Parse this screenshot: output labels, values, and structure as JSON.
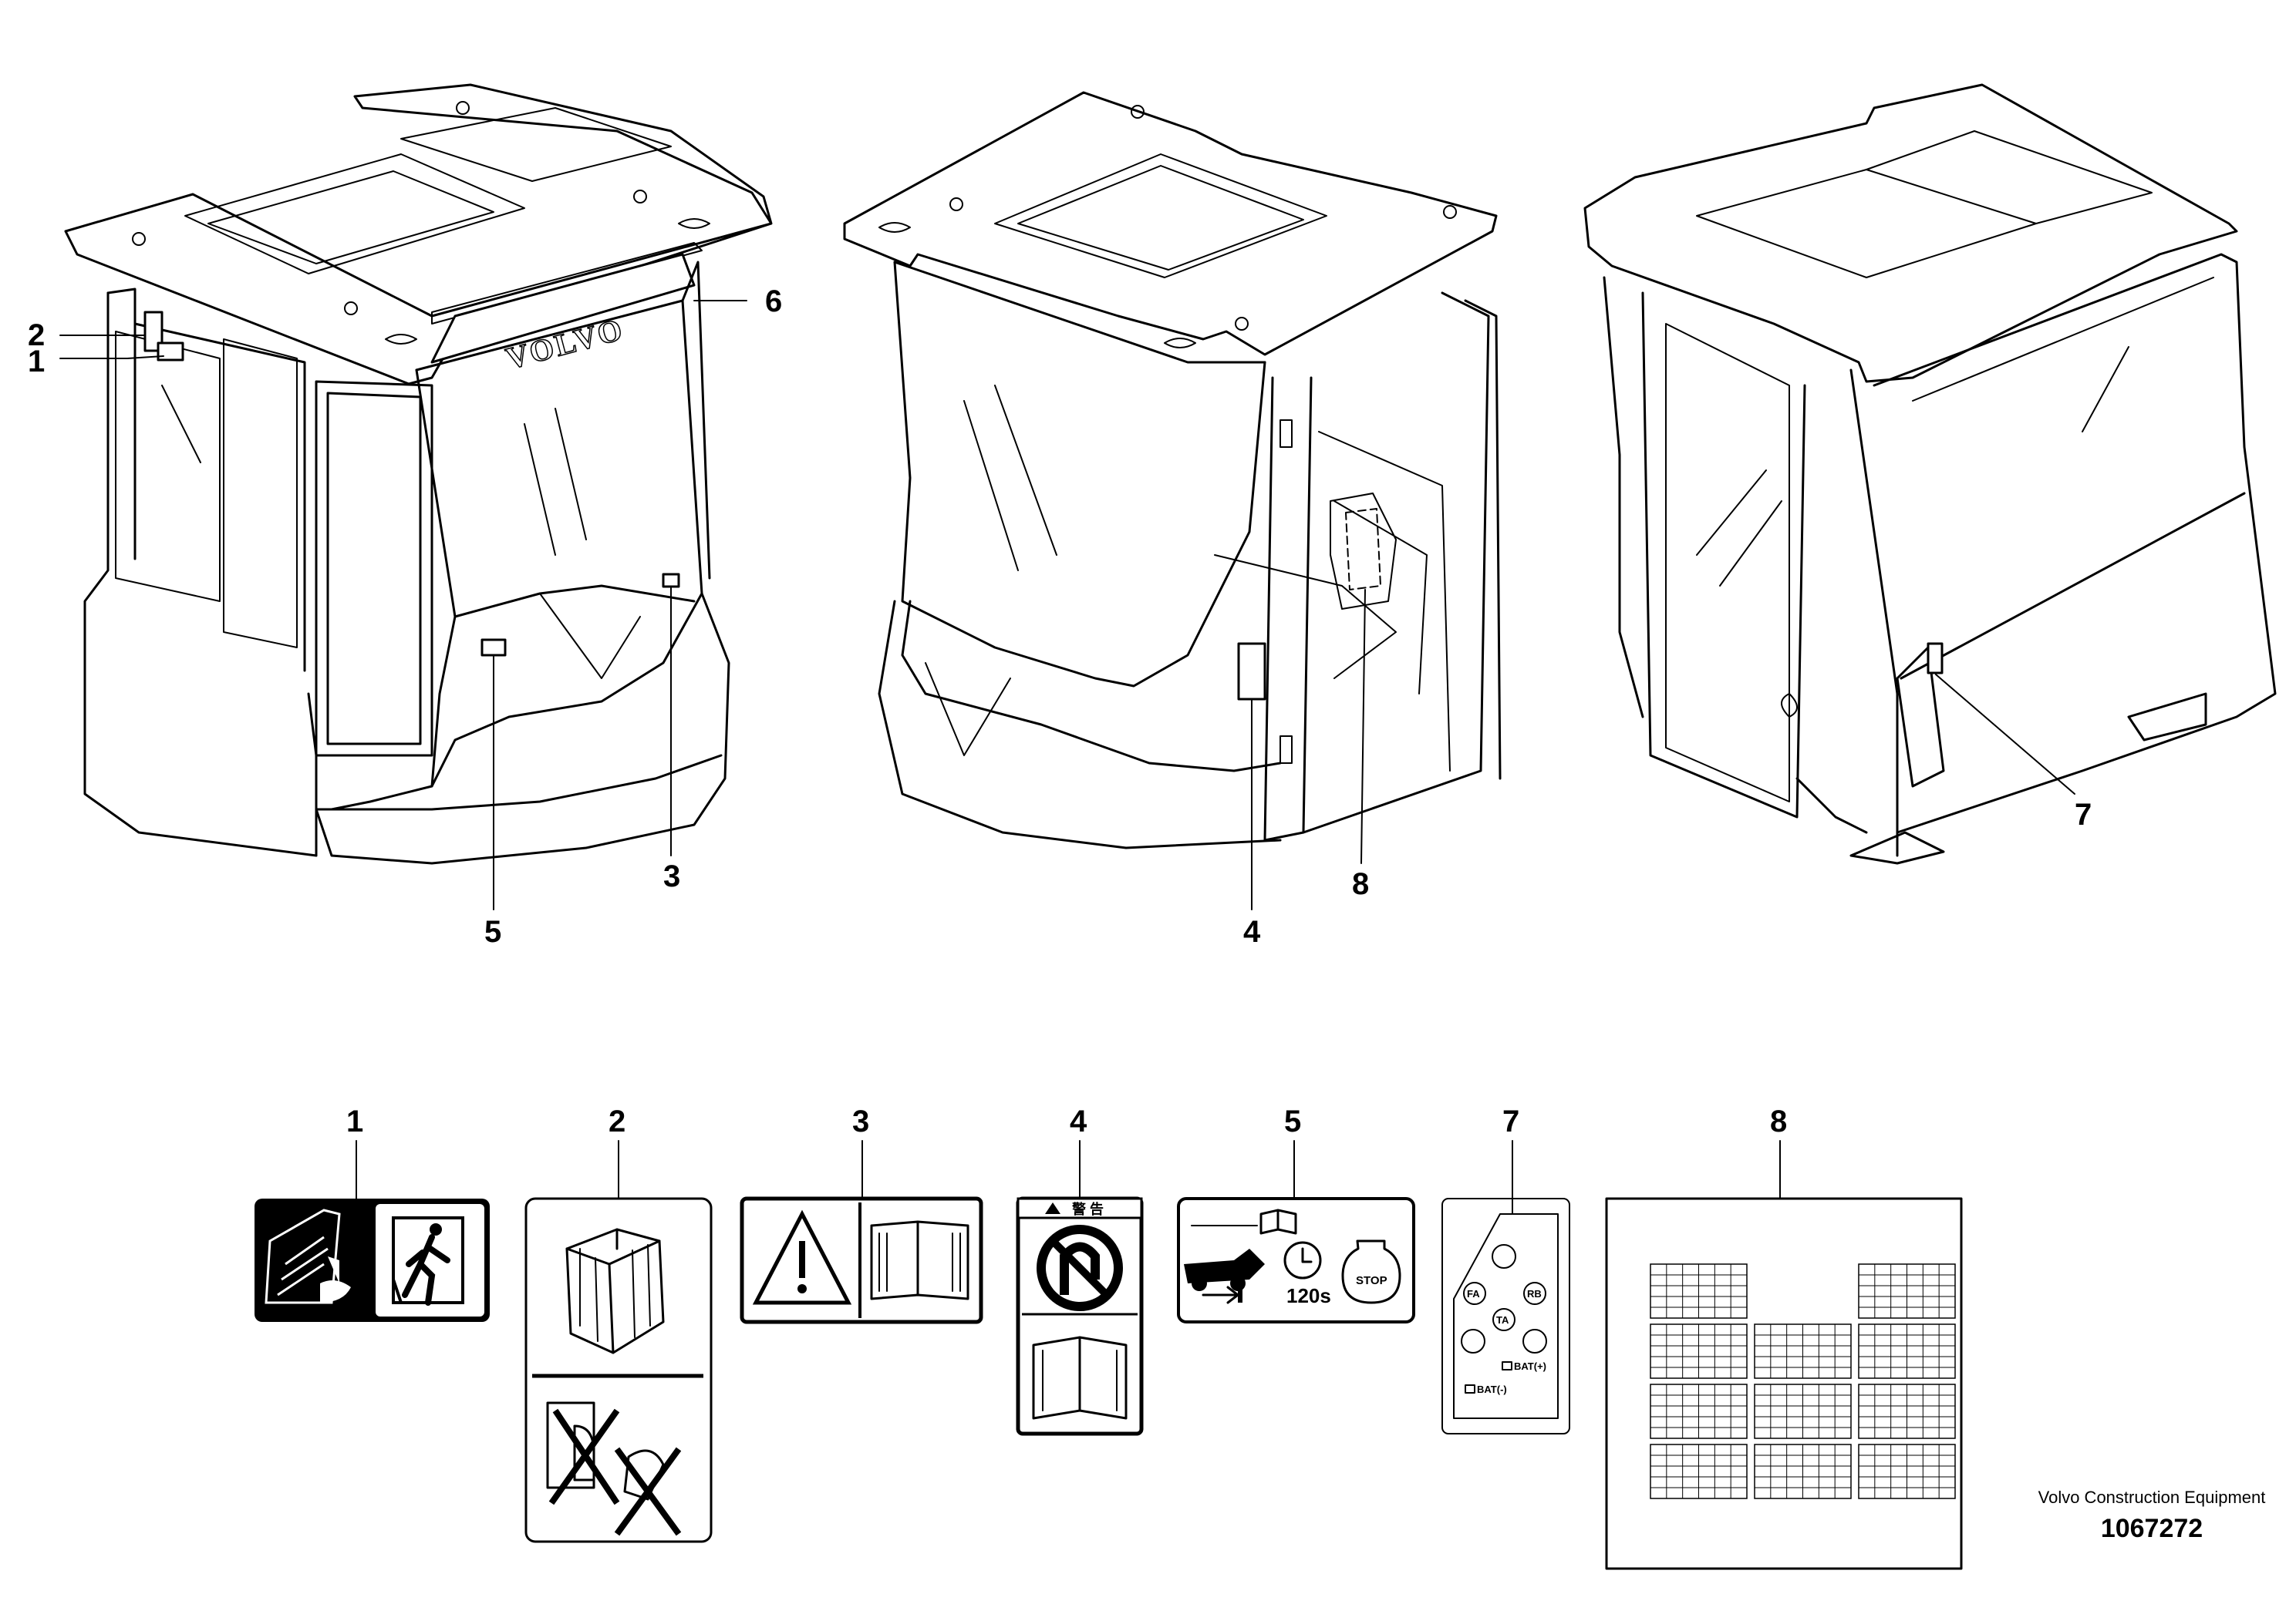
{
  "brand_text": "VOLVO",
  "callouts": [
    {
      "id": "c1",
      "label": "1"
    },
    {
      "id": "c2",
      "label": "2"
    },
    {
      "id": "c3",
      "label": "3"
    },
    {
      "id": "c4",
      "label": "4"
    },
    {
      "id": "c5",
      "label": "5"
    },
    {
      "id": "c6",
      "label": "6"
    },
    {
      "id": "c7",
      "label": "7"
    },
    {
      "id": "c8",
      "label": "8"
    }
  ],
  "decals": [
    {
      "label": "1"
    },
    {
      "label": "2"
    },
    {
      "label": "3"
    },
    {
      "label": "4",
      "header": "警 告"
    },
    {
      "label": "5",
      "timer": "120s",
      "stop": "STOP"
    },
    {
      "label": "7",
      "buttons": [
        "FA",
        "RB",
        "TA"
      ],
      "bat_plus": "BAT(+)",
      "bat_minus": "BAT(-)"
    },
    {
      "label": "8"
    }
  ],
  "credit": {
    "maker": "Volvo Construction Equipment",
    "code": "1067272"
  }
}
